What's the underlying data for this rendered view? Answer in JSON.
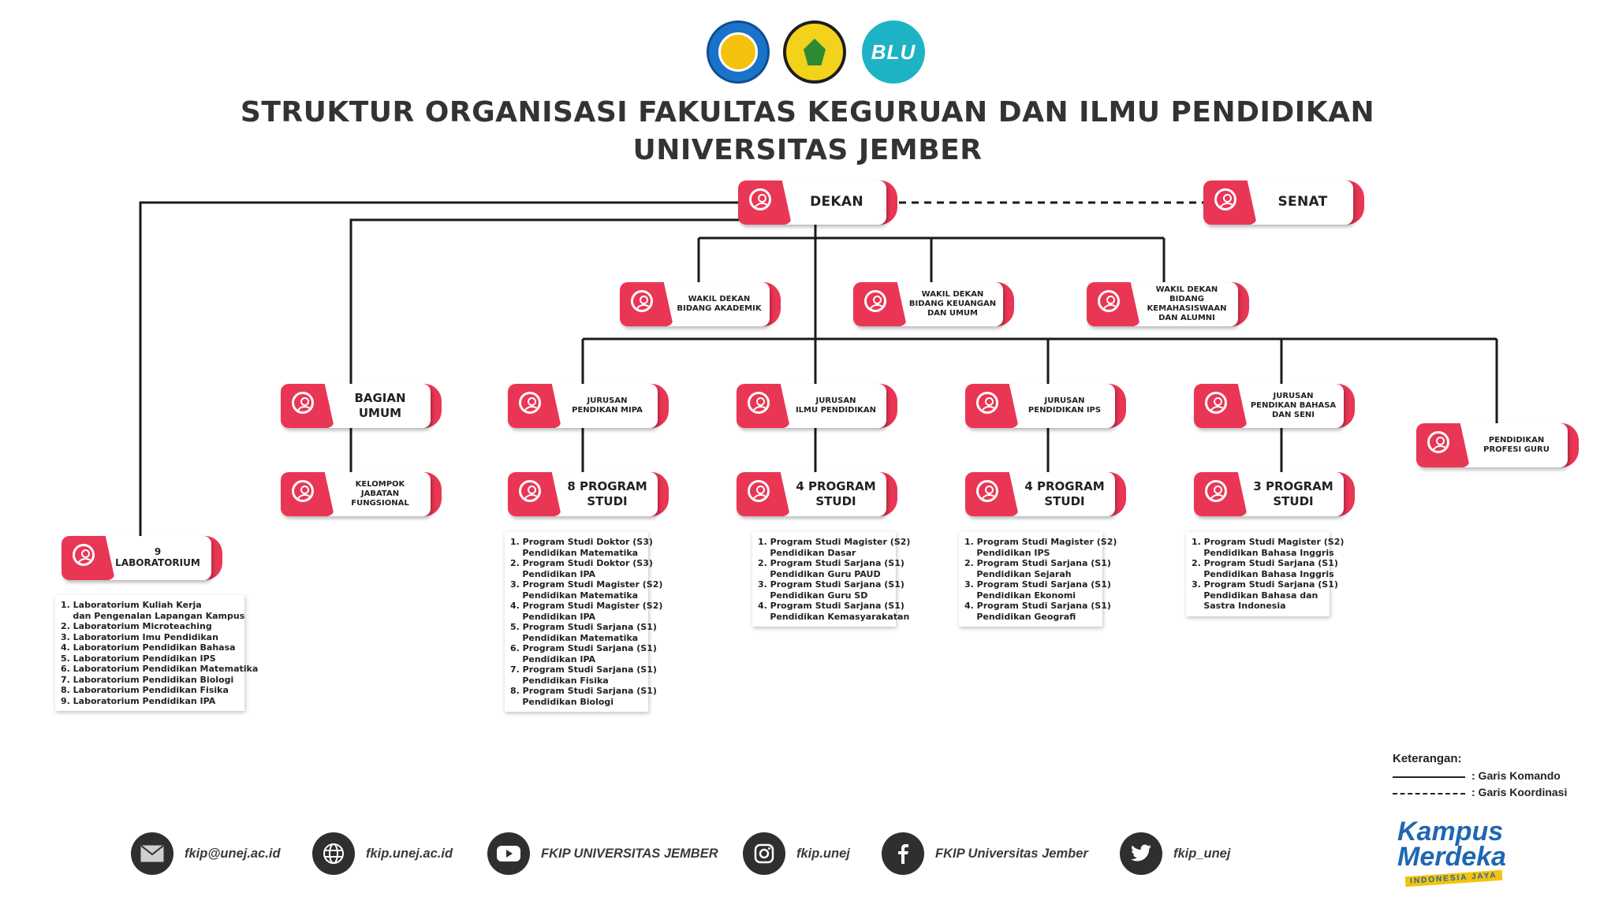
{
  "title": {
    "line1": "STRUKTUR ORGANISASI FAKULTAS KEGURUAN DAN ILMU PENDIDIKAN",
    "line2": "UNIVERSITAS JEMBER"
  },
  "logos": {
    "blu_text": "BLU"
  },
  "nodes": {
    "dekan": "DEKAN",
    "senat": "SENAT",
    "wakil_akademik": "WAKIL DEKAN\nBIDANG AKADEMIK",
    "wakil_keuangan": "WAKIL DEKAN\nBIDANG KEUANGAN\nDAN UMUM",
    "wakil_kemahasiswaan": "WAKIL DEKAN\nBIDANG KEMAHASISWAAN\nDAN ALUMNI",
    "bagian_umum": "BAGIAN\nUMUM",
    "kelompok_jabatan": "KELOMPOK\nJABATAN\nFUNGSIONAL",
    "jurusan_mipa": "JURUSAN\nPENDIKAN MIPA",
    "jurusan_ilmu": "JURUSAN\nILMU PENDIDIKAN",
    "jurusan_ips": "JURUSAN\nPENDIDIKAN IPS",
    "jurusan_bahasa": "JURUSAN\nPENDIKAN BAHASA\nDAN SENI",
    "profesi_guru": "PENDIDIKAN\nPROFESI GURU",
    "prodi_mipa": "8 PROGRAM\nSTUDI",
    "prodi_ilmu": "4 PROGRAM\nSTUDI",
    "prodi_ips": "4 PROGRAM\nSTUDI",
    "prodi_bahasa": "3 PROGRAM\nSTUDI",
    "laboratorium": "9 LABORATORIUM"
  },
  "lists": {
    "laboratorium": [
      "1. Laboratorium Kuliah Kerja",
      "    dan Pengenalan Lapangan Kampus",
      "2. Laboratorium Microteaching",
      "3. Laboratorium Imu Pendidikan",
      "4. Laboratorium Pendidikan Bahasa",
      "5. Laboratorium Pendidikan IPS",
      "6. Laboratorium Pendidikan Matematika",
      "7. Laboratorium Pendidikan Biologi",
      "8. Laboratorium Pendidikan Fisika",
      "9. Laboratorium Pendidikan IPA"
    ],
    "prodi_mipa": [
      "1. Program Studi Doktor (S3)",
      "    Pendidikan Matematika",
      "2. Program Studi Doktor (S3)",
      "    Pendidikan IPA",
      "3. Program Studi Magister (S2)",
      "    Pendidikan Matematika",
      "4. Program Studi Magister (S2)",
      "    Pendidikan IPA",
      "5. Program Studi Sarjana (S1)",
      "    Pendidikan Matematika",
      "6. Program Studi Sarjana (S1)",
      "    Pendidikan IPA",
      "7. Program Studi Sarjana (S1)",
      "    Pendidikan Fisika",
      "8. Program Studi Sarjana (S1)",
      "    Pendidikan Biologi"
    ],
    "prodi_ilmu": [
      "1. Program Studi Magister (S2)",
      "    Pendidikan Dasar",
      "2. Program Studi Sarjana (S1)",
      "    Pendidikan Guru PAUD",
      "3. Program Studi Sarjana (S1)",
      "    Pendidikan Guru SD",
      "4. Program Studi Sarjana (S1)",
      "    Pendidikan Kemasyarakatan"
    ],
    "prodi_ips": [
      "1. Program Studi Magister (S2)",
      "    Pendidikan IPS",
      "2. Program Studi Sarjana (S1)",
      "    Pendidikan Sejarah",
      "3. Program Studi Sarjana (S1)",
      "    Pendidikan Ekonomi",
      "4. Program Studi Sarjana (S1)",
      "    Pendidikan Geografi"
    ],
    "prodi_bahasa": [
      "1. Program Studi Magister (S2)",
      "    Pendidikan Bahasa Inggris",
      "2. Program Studi Sarjana (S1)",
      "    Pendidikan Bahasa Inggris",
      "3. Program Studi Sarjana (S1)",
      "    Pendidikan Bahasa dan",
      "    Sastra Indonesia"
    ]
  },
  "legend": {
    "title": "Keterangan:",
    "komando": ": Garis Komando",
    "koordinasi": ": Garis Koordinasi"
  },
  "contacts": [
    {
      "icon": "email-icon",
      "text": "fkip@unej.ac.id"
    },
    {
      "icon": "globe-icon",
      "text": "fkip.unej.ac.id"
    },
    {
      "icon": "youtube-icon",
      "text": "FKIP UNIVERSITAS JEMBER"
    },
    {
      "icon": "instagram-icon",
      "text": "fkip.unej"
    },
    {
      "icon": "facebook-icon",
      "text": "FKIP Universitas Jember"
    },
    {
      "icon": "twitter-icon",
      "text": "fkip_unej"
    }
  ],
  "kampus_merdeka": {
    "line1": "Kampus",
    "line2": "Merdeka",
    "tagline": "INDONESIA JAYA"
  },
  "colors": {
    "accent": "#e93654",
    "text": "#2b2b2b",
    "kampus_blue": "#1f67b1"
  }
}
